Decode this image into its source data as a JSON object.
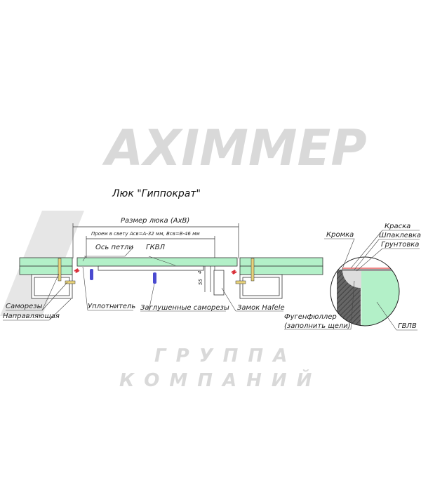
{
  "title": "Люк \"Гиппократ\"",
  "watermark": {
    "brand": "AXIMMEP",
    "line1": "ГРУППА",
    "line2": "КОМПАНИЙ"
  },
  "dimensions": {
    "overall": "Размер люка (АхВ)",
    "clear_opening": "Проем в свету Асв=А-32 мм, Всв=В-46 мм",
    "height_40": "40",
    "height_55": "55"
  },
  "labels": {
    "hinge_axis": "Ось петли",
    "gkvl": "ГКВЛ",
    "screws": "Саморезы",
    "guide": "Направляющая",
    "seal": "Уплотнитель",
    "sunk_screws": "Заглушенные саморезы",
    "lock": "Замок Hafele"
  },
  "detail": {
    "edge": "Кромка",
    "paint": "Краска",
    "putty": "Шпаклевка",
    "primer": "Грунтовка",
    "filler_1": "Фугенфюллер",
    "filler_2": "(заполнить щели)",
    "gvlv": "ГВЛВ"
  },
  "colors": {
    "board": "#b3f0c8",
    "seal": "#d9303a",
    "screw": "#e8d27a",
    "pin": "#4a4ad0"
  }
}
